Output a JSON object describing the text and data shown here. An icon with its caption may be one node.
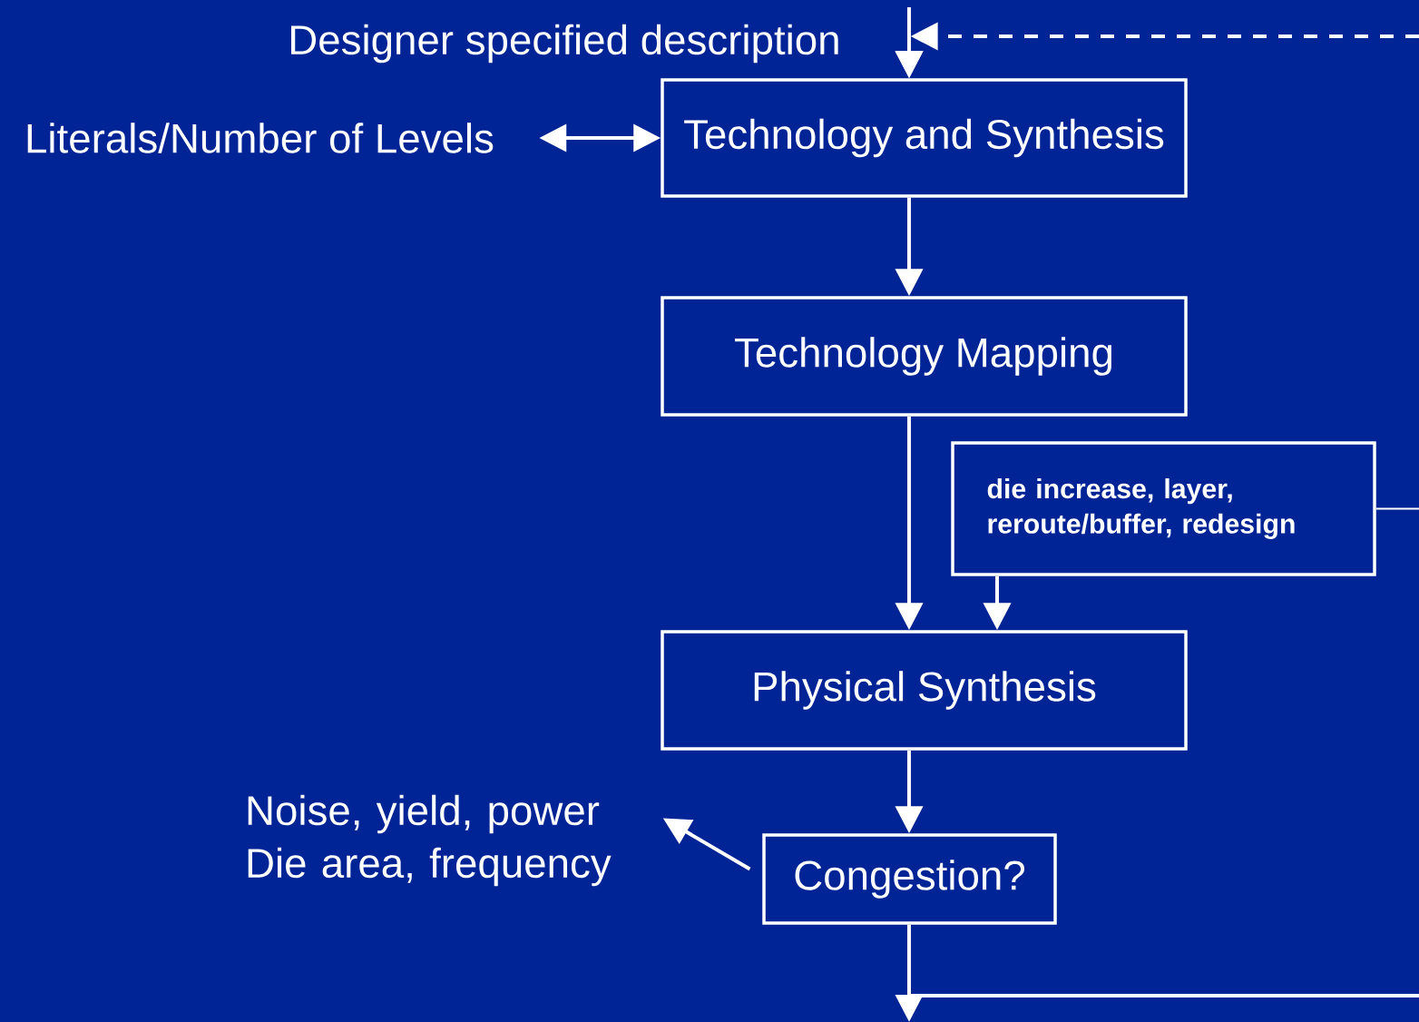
{
  "diagram": {
    "nodes": [
      {
        "text": [
          "Literals/Number of Levels"
        ]
      },
      {
        "text": [
          "Technology and Synthesis"
        ]
      },
      {
        "text": [
          "Technology Mapping"
        ]
      },
      {
        "text": [
          "die increase, layer, reroute/buffer, redesign"
        ]
      },
      {
        "text": [
          "Physical Synthesis"
        ]
      },
      {
        "text": [
          "Noise, yield, power Die area, frequency"
        ]
      },
      {
        "text": [
          "Congestion?"
        ]
      }
    ],
    "edges": [
      {
        "from": null,
        "to": 1,
        "arrow": "to"
      },
      {
        "from": null,
        "to": 1,
        "arrow": "to",
        "style": "dashed"
      },
      {
        "from": 0,
        "to": 1,
        "arrow": "both"
      },
      {
        "from": 1,
        "to": 2,
        "arrow": "to"
      },
      {
        "from": 2,
        "to": 4,
        "arrow": "to"
      },
      {
        "from": 3,
        "to": 4,
        "arrow": "to"
      },
      {
        "from": 4,
        "to": 6,
        "arrow": "to"
      },
      {
        "from": 6,
        "to": 5,
        "arrow": "to"
      },
      {
        "from": 6,
        "to": null,
        "arrow": "to"
      },
      {
        "from": 6,
        "to": null,
        "arrow": "none"
      },
      {
        "from": 3,
        "to": null,
        "arrow": "none"
      }
    ],
    "labels": [
      "Designer specified description"
    ]
  }
}
